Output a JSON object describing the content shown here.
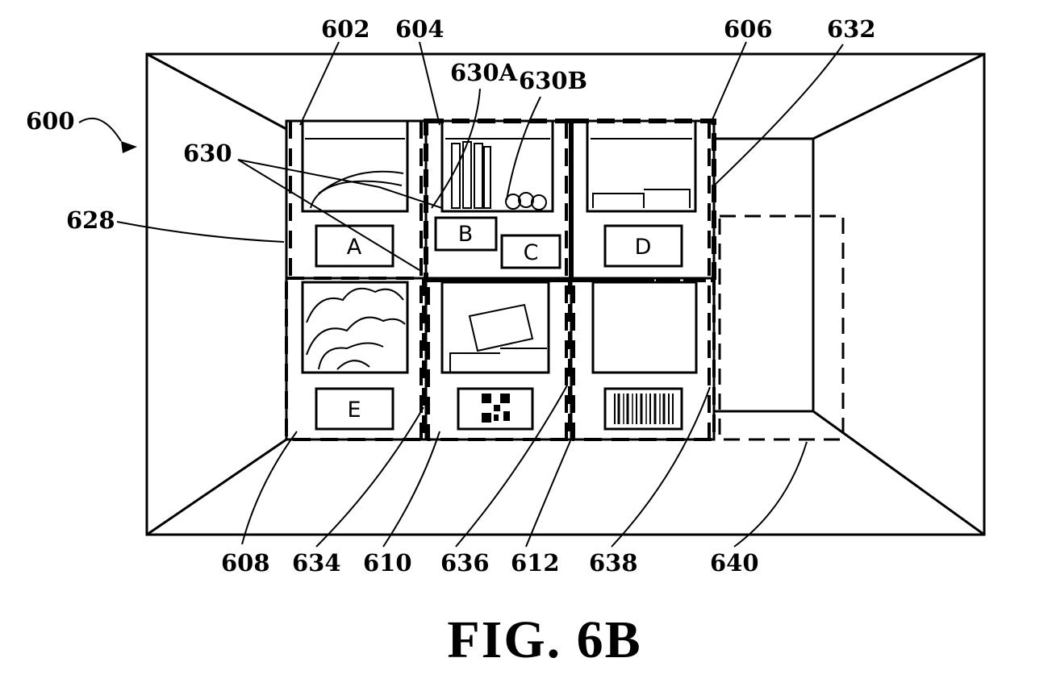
{
  "figure": {
    "caption": "FIG. 6B",
    "reference_numerals": {
      "r600": "600",
      "r602": "602",
      "r604": "604",
      "r606": "606",
      "r632": "632",
      "r630": "630",
      "r630A": "630A",
      "r630B": "630B",
      "r628": "628",
      "r608": "608",
      "r634": "634",
      "r610": "610",
      "r636": "636",
      "r612": "612",
      "r638": "638",
      "r640": "640"
    },
    "item_labels": {
      "A": "A",
      "B": "B",
      "C": "C",
      "D": "D",
      "E": "E"
    }
  }
}
